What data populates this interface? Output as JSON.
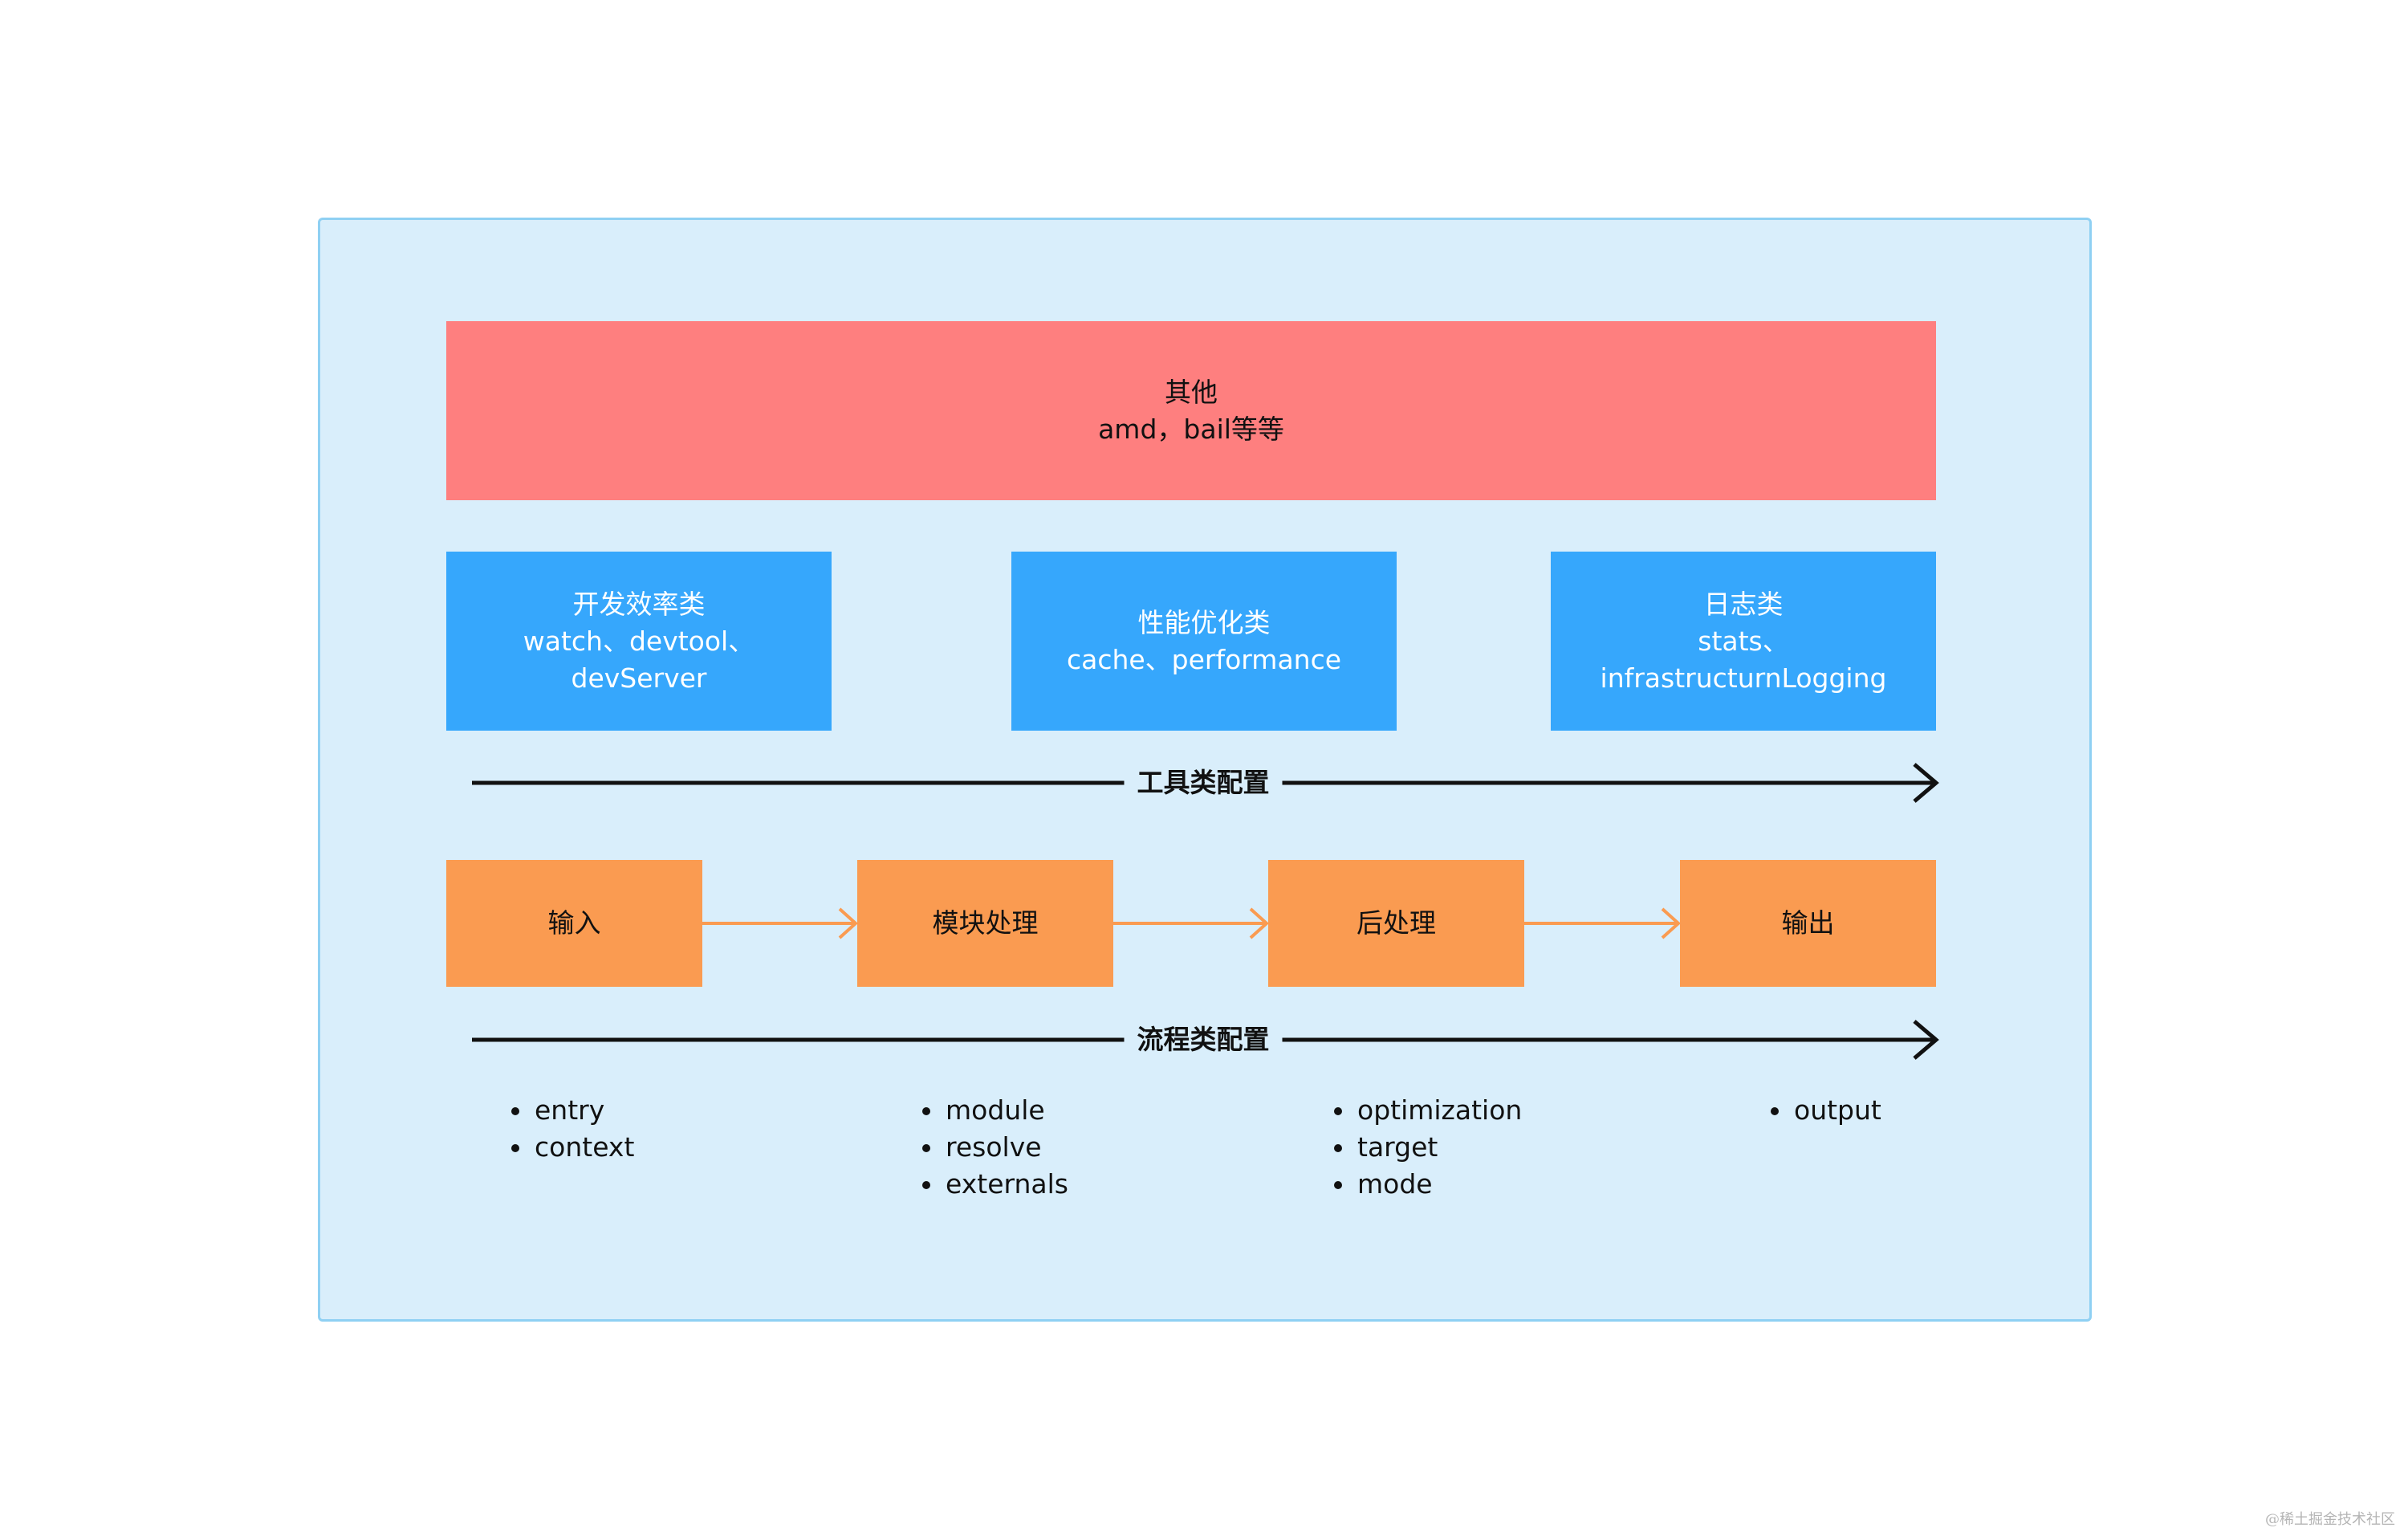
{
  "other": {
    "title": "其他",
    "subtitle": "amd，bail等等"
  },
  "tool_boxes": [
    {
      "title": "开发效率类",
      "line1": "watch、devtool、",
      "line2": "devServer"
    },
    {
      "title": "性能优化类",
      "line1": "cache、performance"
    },
    {
      "title": "日志类",
      "line1": "stats、",
      "line2": "infrastructurnLogging"
    }
  ],
  "tool_axis_label": "工具类配置",
  "flow_steps": [
    "输入",
    "模块处理",
    "后处理",
    "输出"
  ],
  "flow_axis_label": "流程类配置",
  "bullet_groups": [
    [
      "entry",
      "context"
    ],
    [
      "module",
      "resolve",
      "externals"
    ],
    [
      "optimization",
      "target",
      "mode"
    ],
    [
      "output"
    ]
  ],
  "watermark": "@稀土掘金技术社区",
  "colors": {
    "frame_bg": "#d9eefb",
    "frame_border": "#8fd0f3",
    "other_box": "#fe7f7f",
    "tool_box": "#36a7fc",
    "flow_box": "#fa9b51",
    "flow_arrow": "#fa9b51",
    "axis_line": "#111111"
  }
}
